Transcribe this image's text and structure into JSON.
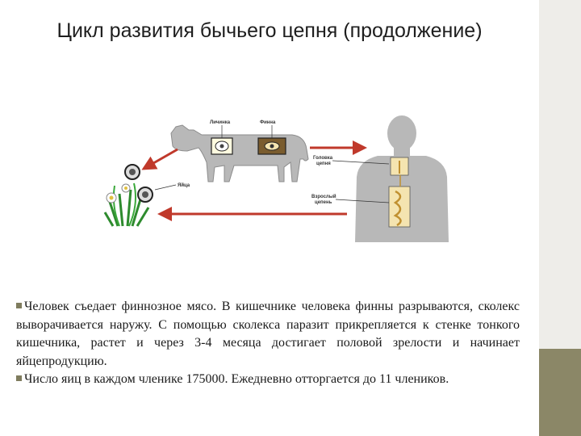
{
  "slide": {
    "title": "Цикл развития бычьего цепня (продолжение)"
  },
  "figure": {
    "labels": {
      "larva": "Личинка",
      "finna": "Финна",
      "eggs": "Яйца",
      "head": "Головка",
      "head2": "цепня",
      "adult": "Взрослый",
      "adult2": "цепень"
    }
  },
  "text": {
    "paragraphs": [
      "Человек съедает финнозное мясо. В кишечнике человека финны разрываются, сколекс выворачивается наружу. С помощью сколекса паразит прикрепляется к стенке тонкого кишечника, растет и через 3-4 месяца достигает половой зрелости и начинает яйцепродукцию.",
      "Число яиц в каждом членике 175000. Ежедневно отторгается до 11 члеников."
    ]
  },
  "colors": {
    "accent_bar": "#8b8767",
    "side_panel": "#eeede9",
    "bullet": "#7f7c5e",
    "arrow": "#c0392b"
  }
}
